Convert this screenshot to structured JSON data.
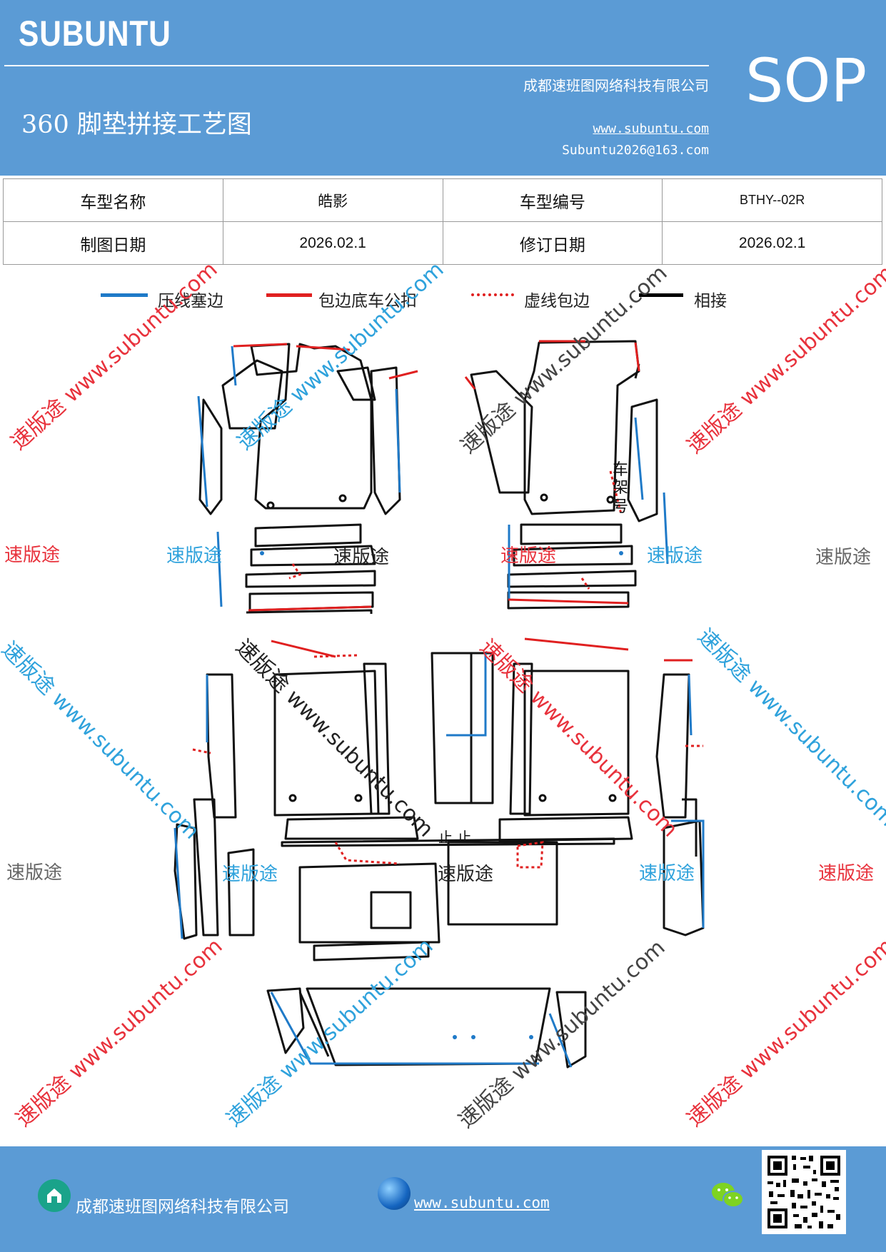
{
  "header": {
    "brand": "SUBUNTU",
    "badge": "SOP",
    "company": "成都速班图网络科技有限公司",
    "title": "360 脚垫拼接工艺图",
    "website": "www.subuntu.com",
    "email": "Subuntu2026@163.com",
    "bg_color": "#5b9bd5"
  },
  "info_table": {
    "rows": [
      [
        "车型名称",
        "皓影",
        "车型编号",
        "BTHY--02R"
      ],
      [
        "制图日期",
        "2026.02.1",
        "修订日期",
        "2026.02.1"
      ]
    ]
  },
  "legend": [
    {
      "label": "压线塞边",
      "color": "#1f7ac8",
      "style": "solid"
    },
    {
      "label": "包边底车公扣",
      "color": "#e02020",
      "style": "solid"
    },
    {
      "label": "虚线包边",
      "color": "#e02020",
      "style": "dotted"
    },
    {
      "label": "相接",
      "color": "#000000",
      "style": "solid"
    }
  ],
  "drawing": {
    "labels": {
      "frame_no": [
        "车",
        "架",
        "号"
      ],
      "split_mark": "止 止"
    }
  },
  "watermarks": {
    "brand": "速版途",
    "diagonal": "速版途 www.subuntu.com",
    "colors": {
      "red": "#e8323c",
      "blue": "#2fa2dc",
      "gray": "#666666",
      "black": "#222222"
    }
  },
  "footer": {
    "company": "成都速班图网络科技有限公司",
    "website": "www.subuntu.com ",
    "home_icon": "home-icon",
    "globe_icon": "globe-icon",
    "wechat_icon": "wechat-icon",
    "qr_icon": "qr-code"
  }
}
